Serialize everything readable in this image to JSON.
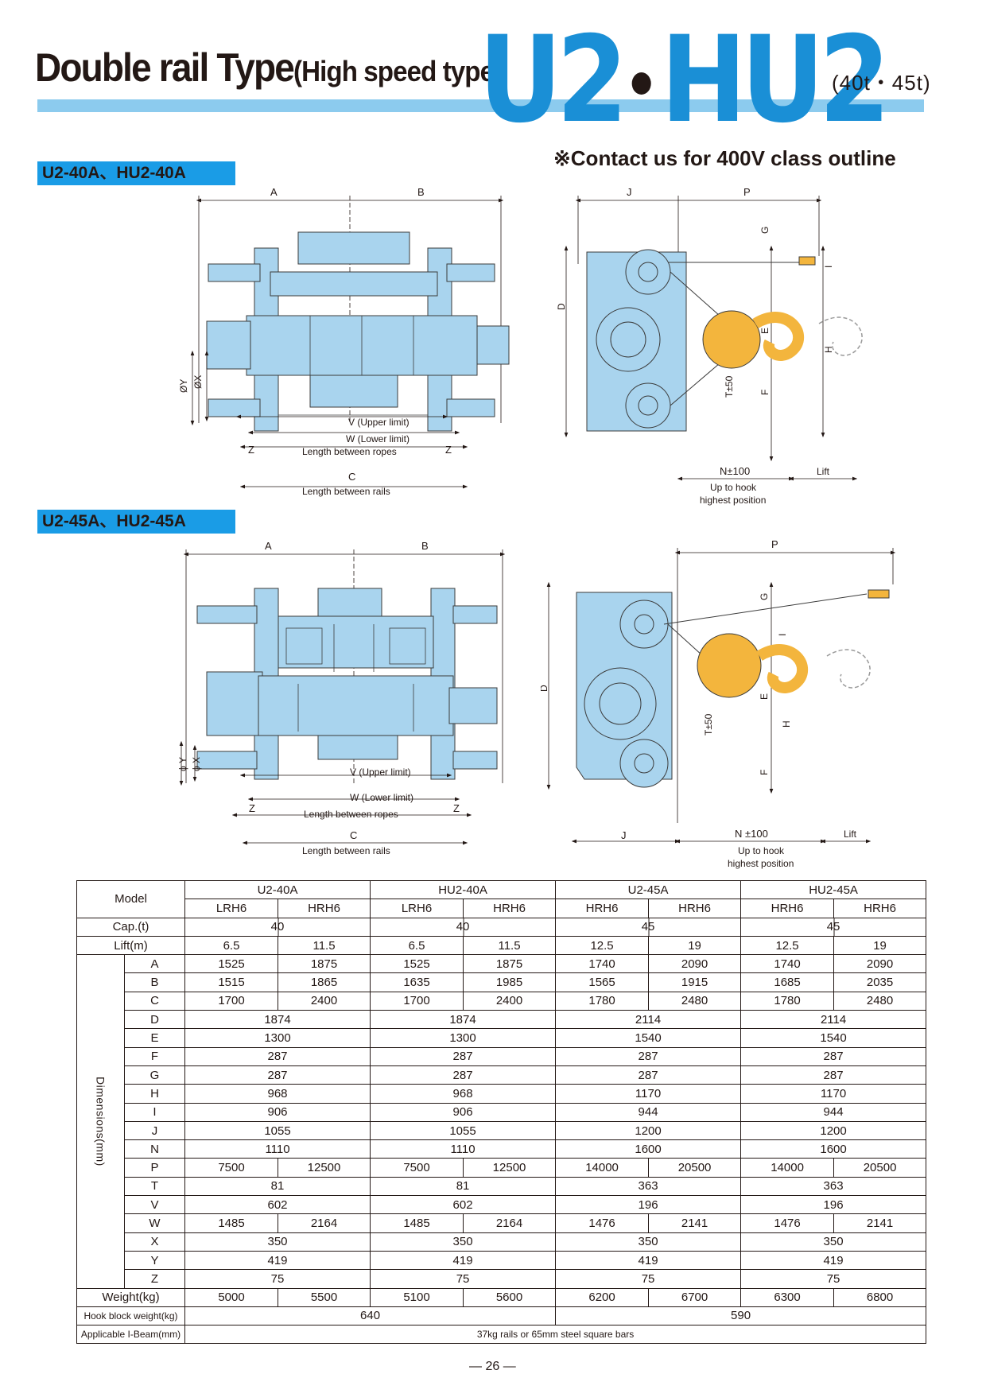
{
  "header": {
    "title": "Double rail Type",
    "subtitle": "(High speed type)",
    "model_left": "U2",
    "model_right": "HU2",
    "capacities": "(40t・45t)",
    "contact_note": "※Contact us for 400V class outline"
  },
  "sections": [
    {
      "tag": "U2-40A、HU2-40A",
      "labels": {
        "A": "A",
        "B": "B",
        "C": "C",
        "J": "J",
        "P": "P",
        "G": "G",
        "I": "I",
        "D": "D",
        "E": "E",
        "F": "F",
        "H": "H",
        "T": "T±50",
        "Y": "ØY",
        "X": "ØX",
        "Z": "Z",
        "V": "V (Upper limit)",
        "W": "W (Lower limit)",
        "ropes": "Length between ropes",
        "rails": "Length between rails",
        "N": "N±100",
        "lift": "Lift",
        "hook1": "Up to hook",
        "hook2": "highest position"
      }
    },
    {
      "tag": "U2-45A、HU2-45A",
      "labels": {
        "A": "A",
        "B": "B",
        "C": "C",
        "J": "J",
        "P": "P",
        "G": "G",
        "I": "I",
        "D": "D",
        "E": "E",
        "F": "F",
        "H": "H",
        "T": "T±50",
        "Y": "ϕ Y",
        "X": "ϕ X",
        "Z": "Z",
        "V": "V (Upper limit)",
        "W": "W (Lower limit)",
        "ropes": "Length between ropes",
        "rails": "Length between rails",
        "N": "N ±100",
        "lift": "Lift",
        "hook1": "Up to hook",
        "hook2": "highest position"
      }
    }
  ],
  "table": {
    "model_label": "Model",
    "models": [
      "U2-40A",
      "HU2-40A",
      "U2-45A",
      "HU2-45A"
    ],
    "variants": [
      "LRH6",
      "HRH6",
      "LRH6",
      "HRH6",
      "HRH6",
      "HRH6",
      "HRH6",
      "HRH6"
    ],
    "cap_label": "Cap.(t)",
    "cap": [
      "40",
      "40",
      "45",
      "45"
    ],
    "lift_label": "Lift(m)",
    "lift": [
      "6.5",
      "11.5",
      "6.5",
      "11.5",
      "12.5",
      "19",
      "12.5",
      "19"
    ],
    "dimensions_label": "Dimensions(mm)",
    "dimensions": [
      {
        "key": "A",
        "values": [
          "1525",
          "1875",
          "1525",
          "1875",
          "1740",
          "2090",
          "1740",
          "2090"
        ]
      },
      {
        "key": "B",
        "values": [
          "1515",
          "1865",
          "1635",
          "1985",
          "1565",
          "1915",
          "1685",
          "2035"
        ]
      },
      {
        "key": "C",
        "values": [
          "1700",
          "2400",
          "1700",
          "2400",
          "1780",
          "2480",
          "1780",
          "2480"
        ]
      },
      {
        "key": "D",
        "values": [
          "1874",
          "1874",
          "2114",
          "2114"
        ]
      },
      {
        "key": "E",
        "values": [
          "1300",
          "1300",
          "1540",
          "1540"
        ]
      },
      {
        "key": "F",
        "values": [
          "287",
          "287",
          "287",
          "287"
        ]
      },
      {
        "key": "G",
        "values": [
          "287",
          "287",
          "287",
          "287"
        ]
      },
      {
        "key": "H",
        "values": [
          "968",
          "968",
          "1170",
          "1170"
        ]
      },
      {
        "key": "I",
        "values": [
          "906",
          "906",
          "944",
          "944"
        ]
      },
      {
        "key": "J",
        "values": [
          "1055",
          "1055",
          "1200",
          "1200"
        ]
      },
      {
        "key": "N",
        "values": [
          "1110",
          "1110",
          "1600",
          "1600"
        ]
      },
      {
        "key": "P",
        "values": [
          "7500",
          "12500",
          "7500",
          "12500",
          "14000",
          "20500",
          "14000",
          "20500"
        ]
      },
      {
        "key": "T",
        "values": [
          "81",
          "81",
          "363",
          "363"
        ]
      },
      {
        "key": "V",
        "values": [
          "602",
          "602",
          "196",
          "196"
        ]
      },
      {
        "key": "W",
        "values": [
          "1485",
          "2164",
          "1485",
          "2164",
          "1476",
          "2141",
          "1476",
          "2141"
        ]
      },
      {
        "key": "X",
        "values": [
          "350",
          "350",
          "350",
          "350"
        ]
      },
      {
        "key": "Y",
        "values": [
          "419",
          "419",
          "419",
          "419"
        ]
      },
      {
        "key": "Z",
        "values": [
          "75",
          "75",
          "75",
          "75"
        ]
      }
    ],
    "weight_label": "Weight(kg)",
    "weight": [
      "5000",
      "5500",
      "5100",
      "5600",
      "6200",
      "6700",
      "6300",
      "6800"
    ],
    "hook_label": "Hook block weight(kg)",
    "hook": [
      "640",
      "640",
      "590",
      "590"
    ],
    "beam_label": "Applicable I-Beam(mm)",
    "beam": "37kg rails or 65mm steel square bars"
  },
  "page_number": "— 26 —",
  "colors": {
    "accent": "#1a8fd6",
    "bar": "#8ccbee",
    "tag": "#1a9ce6",
    "machine": "#a9d4ee",
    "hook": "#f3b53d"
  }
}
